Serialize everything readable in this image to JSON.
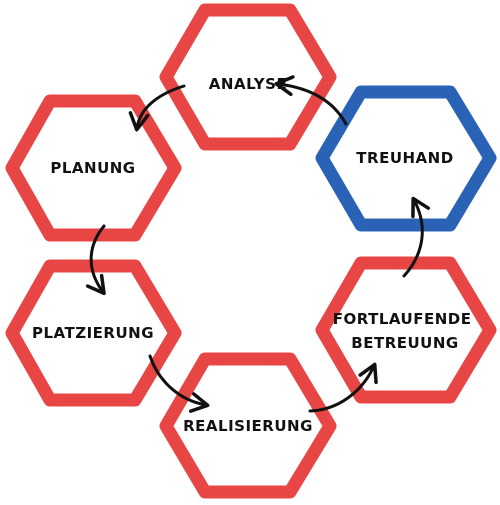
{
  "colors": {
    "red": "#e84545",
    "blue": "#2a63b5",
    "arrow": "#111111"
  },
  "nodes": [
    {
      "id": "analyse",
      "label_lines": [
        "ANALYSE"
      ],
      "color": "red"
    },
    {
      "id": "treuhand",
      "label_lines": [
        "TREUHAND"
      ],
      "color": "blue"
    },
    {
      "id": "planung",
      "label_lines": [
        "PLANUNG"
      ],
      "color": "red"
    },
    {
      "id": "platzierung",
      "label_lines": [
        "PLATZIERUNG"
      ],
      "color": "red"
    },
    {
      "id": "realisierung",
      "label_lines": [
        "REALISIERUNG"
      ],
      "color": "red"
    },
    {
      "id": "fortlaufende-betreuung",
      "label_lines": [
        "FORTLAUFENDE",
        "BETREUUNG"
      ],
      "color": "red"
    }
  ],
  "edges": [
    {
      "from": "analyse",
      "to": "planung"
    },
    {
      "from": "planung",
      "to": "platzierung"
    },
    {
      "from": "platzierung",
      "to": "realisierung"
    },
    {
      "from": "realisierung",
      "to": "fortlaufende-betreuung"
    },
    {
      "from": "fortlaufende-betreuung",
      "to": "treuhand"
    },
    {
      "from": "treuhand",
      "to": "analyse"
    }
  ]
}
